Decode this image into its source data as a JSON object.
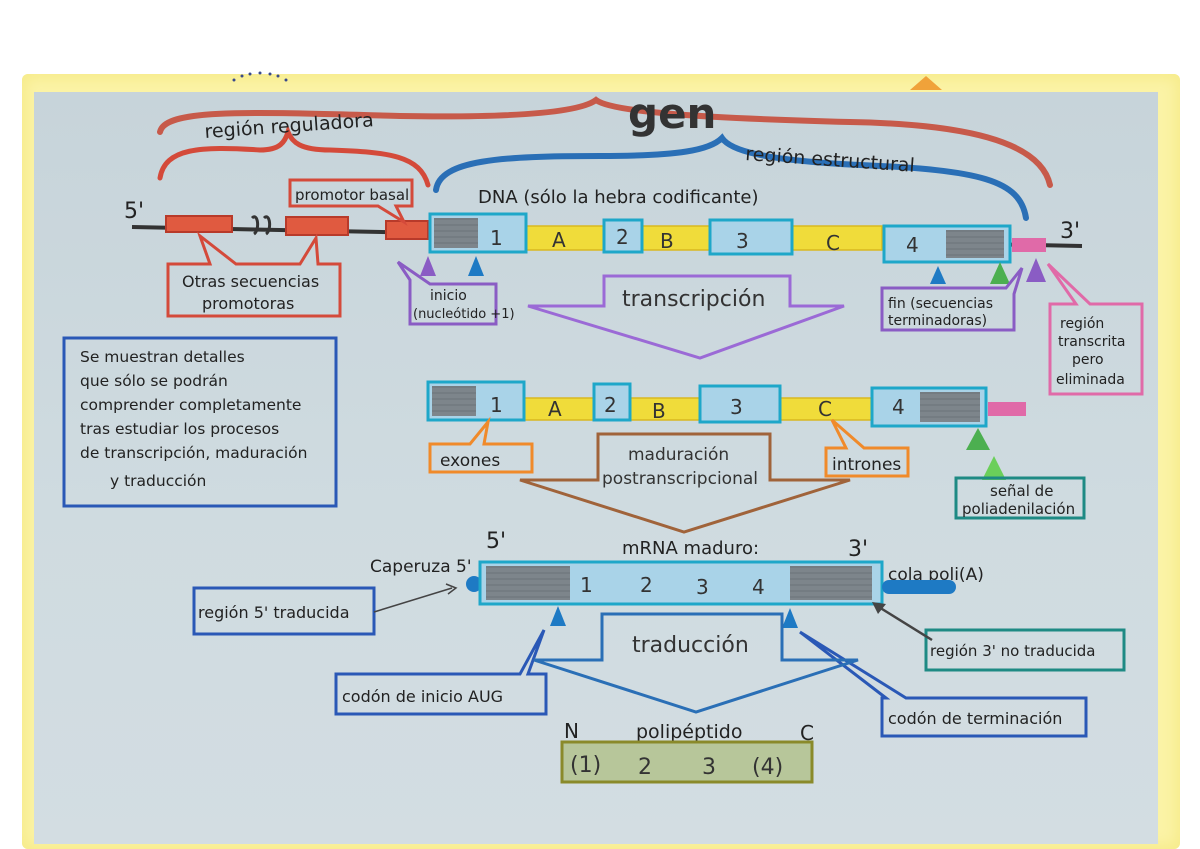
{
  "title": "gen",
  "regions": {
    "reguladora": "región reguladora",
    "estructural": "región estructural"
  },
  "ends": {
    "five": "5'",
    "three": "3'"
  },
  "dna": {
    "caption": "DNA (sólo la hebra codificante)",
    "promotor_basal": "promotor basal",
    "otras_line1": "Otras secuencias",
    "otras_line2": "promotoras",
    "inicio_line1": "inicio",
    "inicio_line2": "(nucleótido +1)",
    "fin_line1": "fin (secuencias",
    "fin_line2": "terminadoras)",
    "region_line1": "región",
    "region_line2": "transcrita",
    "region_line3": "pero",
    "region_line4": "eliminada",
    "exons": [
      "1",
      "2",
      "3",
      "4"
    ],
    "introns": [
      "A",
      "B",
      "C"
    ]
  },
  "transcripcion": "transcripción",
  "note_lines": [
    "Se muestran detalles",
    "que sólo se podrán",
    "comprender completamente",
    "tras estudiar los procesos",
    "de transcripción, maduración",
    "y traducción"
  ],
  "pre_mrna": {
    "exons": [
      "1",
      "2",
      "3",
      "4"
    ],
    "introns": [
      "A",
      "B",
      "C"
    ],
    "exones": "exones",
    "intrones": "intrones",
    "maduracion_line1": "maduración",
    "maduracion_line2": "postranscripcional",
    "senal_line1": "señal de",
    "senal_line2": "poliadenilación"
  },
  "mrna": {
    "five": "5'",
    "three": "3'",
    "title": "mRNA maduro:",
    "caperuza": "Caperuza 5'",
    "cola": "cola poli(A)",
    "exons": [
      "1",
      "2",
      "3",
      "4"
    ],
    "region5": "región 5' traducida",
    "region3": "región 3' no traducida",
    "codon_inicio": "codón de inicio AUG",
    "codon_term": "codón de terminación",
    "traduccion": "traducción"
  },
  "polipeptido": {
    "title": "polipéptido",
    "n": "N",
    "c": "C",
    "items": [
      "(1)",
      "2",
      "3",
      "(4)"
    ]
  },
  "colors": {
    "red": "#d44a3a",
    "blue": "#2a6fb6",
    "cyan": "#1ea7c9",
    "yellow": "#f0dc3a",
    "purple": "#8a5cc4",
    "orange": "#f08a2a",
    "green": "#4caf50",
    "pink": "#e06aa8",
    "brown": "#a0633a",
    "teal": "#1e8a84",
    "olive": "#8a8a2a"
  }
}
